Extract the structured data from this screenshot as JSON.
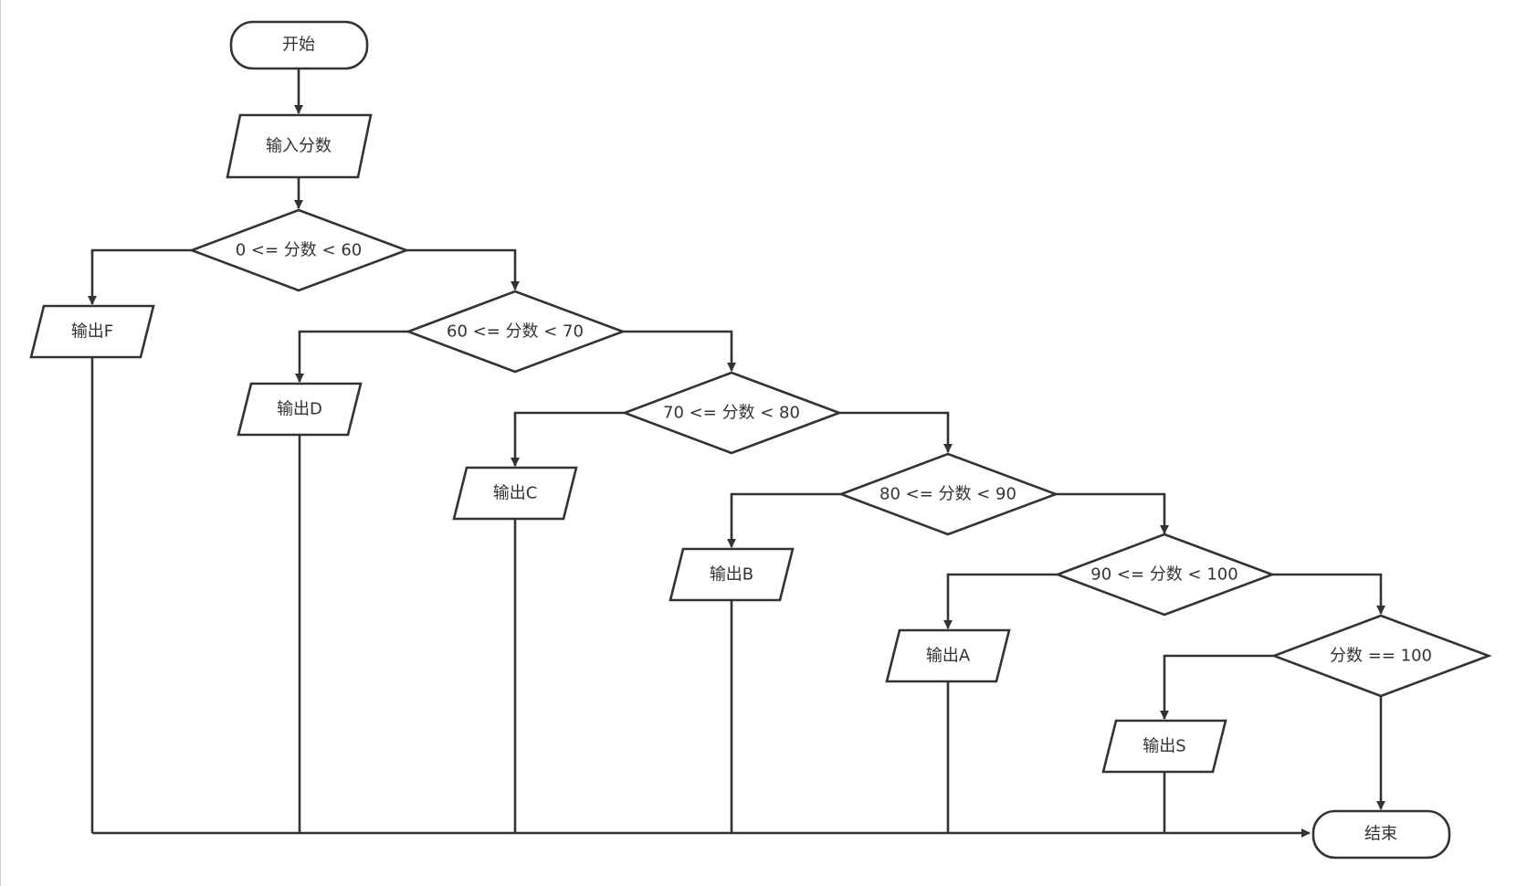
{
  "nodes": {
    "start": {
      "text": "开始"
    },
    "input": {
      "text": "输入分数"
    },
    "cond1": {
      "text": "0 <= 分数 < 60"
    },
    "cond2": {
      "text": "60 <= 分数 < 70"
    },
    "cond3": {
      "text": "70 <= 分数 < 80"
    },
    "cond4": {
      "text": "80 <= 分数 < 90"
    },
    "cond5": {
      "text": "90 <= 分数 < 100"
    },
    "cond6": {
      "text": "分数 == 100"
    },
    "outF": {
      "text": "输出F"
    },
    "outD": {
      "text": "输出D"
    },
    "outC": {
      "text": "输出C"
    },
    "outB": {
      "text": "输出B"
    },
    "outA": {
      "text": "输出A"
    },
    "outS": {
      "text": "输出S"
    },
    "end": {
      "text": "结束"
    }
  }
}
